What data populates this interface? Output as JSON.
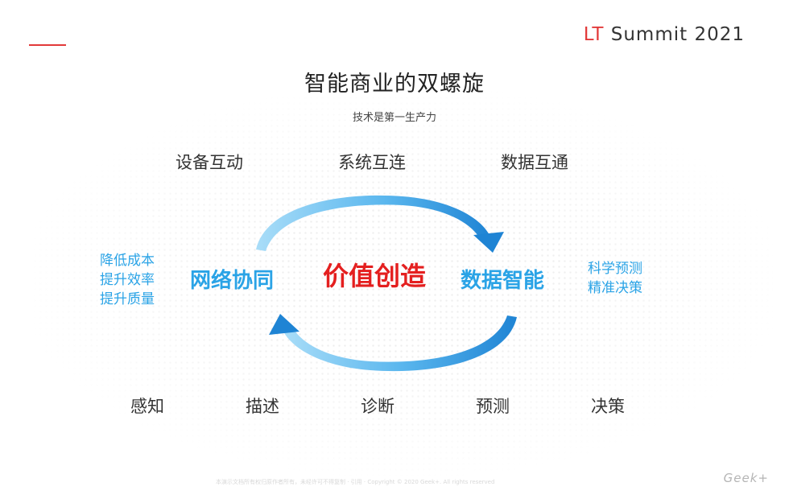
{
  "header": {
    "brand_lt": "LT",
    "brand_rest": " Summit 2021",
    "accent_color": "#e23a3a"
  },
  "title": "智能商业的双螺旋",
  "subtitle": "技术是第一生产力",
  "top_row": [
    "设备互动",
    "系统互连",
    "数据互通"
  ],
  "center": "价值创造",
  "left_node": {
    "label": "网络协同",
    "items": [
      "降低成本",
      "提升效率",
      "提升质量"
    ]
  },
  "right_node": {
    "label": "数据智能",
    "items": [
      "科学预测",
      "精准决策"
    ]
  },
  "bottom_row": [
    "感知",
    "描述",
    "诊断",
    "预测",
    "决策"
  ],
  "footer": {
    "note": "本演示文档所有权归原作者所有，未经许可不得复制 · 引用 · Copyright © 2020 Geek+. All rights reserved",
    "logo": "Geek+"
  },
  "colors": {
    "center_red": "#e41f1f",
    "node_blue": "#2aa3e6",
    "arrow_light": "#9fd8f7",
    "arrow_dark": "#1e7fd0"
  }
}
